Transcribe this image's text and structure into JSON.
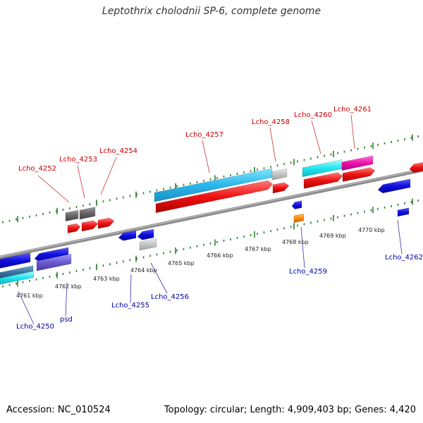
{
  "title": "Leptothrix cholodnii SP-6, complete genome",
  "footer": {
    "accession": "Accession: NC_010524",
    "summary": "Topology: circular; Length: 4,909,403 bp; Genes: 4,420"
  },
  "colors": {
    "label_top": "#cc0000",
    "label_bottom": "#0000aa",
    "tick": "#2e7d2e",
    "backbone": "#8c8c8c",
    "leader": "#333333"
  },
  "scale": {
    "unit_suffix": " kbp",
    "labels": [
      "4761 kbp",
      "4762 kbp",
      "4763 kbp",
      "4764 kbp",
      "4765 kbp",
      "4766 kbp",
      "4767 kbp",
      "4768 kbp",
      "4769 kbp",
      "4770 kbp"
    ]
  },
  "labels_top": [
    {
      "id": "lcho-4252",
      "text": "Lcho_4252"
    },
    {
      "id": "lcho-4253",
      "text": "Lcho_4253"
    },
    {
      "id": "lcho-4254",
      "text": "Lcho_4254"
    },
    {
      "id": "lcho-4257",
      "text": "Lcho_4257"
    },
    {
      "id": "lcho-4258",
      "text": "Lcho_4258"
    },
    {
      "id": "lcho-4260",
      "text": "Lcho_4260"
    },
    {
      "id": "lcho-4261",
      "text": "Lcho_4261"
    }
  ],
  "labels_bottom": [
    {
      "id": "lcho-4250",
      "text": "Lcho_4250"
    },
    {
      "id": "psd",
      "text": "psd"
    },
    {
      "id": "lcho-4255",
      "text": "Lcho_4255"
    },
    {
      "id": "lcho-4256",
      "text": "Lcho_4256"
    },
    {
      "id": "lcho-4259",
      "text": "Lcho_4259"
    },
    {
      "id": "lcho-4262",
      "text": "Lcho_4262"
    }
  ]
}
